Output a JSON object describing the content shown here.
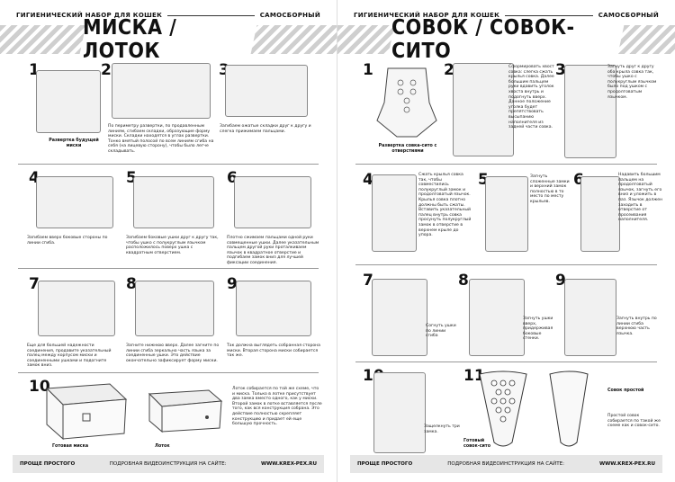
{
  "left": {
    "header_left": "ГИГИЕНИЧЕСКИЙ НАБОР ДЛЯ КОШЕК",
    "header_right": "САМОСБОРНЫЙ",
    "title": "МИСКА / ЛОТОК",
    "steps": [
      {
        "n": "1",
        "caption": "Развертка будущей миски",
        "text": ""
      },
      {
        "n": "2",
        "caption": "",
        "text": "По периметру развертки, по продавленным линиям, сгибаем складки, образующие форму миски. Складки находятся в углах развертки. Тонко вмятый полосой по всем линиям сгиба на себя (на лицевую сторону), чтобы было легче складывать."
      },
      {
        "n": "3",
        "caption": "",
        "text": "Загибаем ожатые складки друг к другу и слегка прижимаем пальцами."
      },
      {
        "n": "4",
        "caption": "",
        "text": "Загибаем вверх боковые стороны по линии сгиба."
      },
      {
        "n": "5",
        "caption": "",
        "text": "Загибаем боковые ушки друг к другу так, чтобы ушко с полукруглым язычком расположилось поверх ушка с квадратным отверстием."
      },
      {
        "n": "6",
        "caption": "",
        "text": "Плотно сжимаем пальцами одной руки совмещенные ушки. Далее указательным пальцем другой руки проталкиваем язычок в квадратное отверстие и подгибаем замок вниз для лучшей фиксации соединения."
      },
      {
        "n": "7",
        "caption": "",
        "text": "Еще для большей надежности соединения, продавите указательный палец между корпусом миски и соединенными ушками и подогните замок вниз."
      },
      {
        "n": "8",
        "caption": "",
        "text": "Загните нижнюю вверх. Далее загните по линии сгиба зеркально часть языка за соединенные ушки. Это действие окончательно зафиксирует форму миски."
      },
      {
        "n": "9",
        "caption": "",
        "text": "Так должна выглядеть собранная сторона миски. Вторая сторона миски собирается так же."
      },
      {
        "n": "10",
        "caption": "Готовая миска",
        "text": "Лоток собирается по той же схеме, что и миска. Только в лотке присутствует два замка вместо одного, как у миски. Второй замок в лотке вставляется после того, как вся конструкция собрана. Это действие полностью скрепляет конструкцию и придает ей еще большую прочность."
      }
    ],
    "label_lotok": "Лоток",
    "footer_left": "ПРОЩЕ ПРОСТОГО",
    "footer_mid": "ПОДРОБНАЯ ВИДЕОИНСТРУКЦИЯ НА САЙТЕ:",
    "footer_right": "WWW.KREX-PEX.RU"
  },
  "right": {
    "header_left": "ГИГИЕНИЧЕСКИЙ НАБОР ДЛЯ КОШЕК",
    "header_right": "САМОСБОРНЫЙ",
    "title": "СОВОК / СОВОК-СИТО",
    "steps": [
      {
        "n": "1",
        "caption": "Развертка совка-сито с отверстиями",
        "text": ""
      },
      {
        "n": "2",
        "caption": "",
        "text": "Сформировать хвост совка: слегка сжать крылья совка. Далее большим пальцем руки вдавить уголок хвоста внутрь и подогнуть вверх. Данное положение уголка будет препятствовать высыпанию наполнителя из задней части совка."
      },
      {
        "n": "3",
        "caption": "",
        "text": "Загнуть друг к другу оба крыла совка так, чтобы ушко с полукруглым язычком было под ушком с продолговатым язычком."
      },
      {
        "n": "4",
        "caption": "",
        "text": "Сжать крылья совка так, чтобы совместились полукруглый замок и продолговатый язычок. Крылья совка плотно должны быть сжаты. Вставить указательный палец внутрь совка просунуть полукруглый замок в отверстие в верхнем крыле до упора."
      },
      {
        "n": "5",
        "caption": "",
        "text": "Загнуть сложенные замки и верхний замок полностью в то место по месту крыльев."
      },
      {
        "n": "6",
        "caption": "",
        "text": "Надавить большим пальцем на продолговатый язычок, загнуть его вниз и уложить в паз. Язычок должен заходить в отверстие от просеивания наполнителя."
      },
      {
        "n": "7",
        "caption": "",
        "text": "Согнуть ушки по линии сгиба"
      },
      {
        "n": "8",
        "caption": "",
        "text": "Загнуть ушки вверх, придерживая боковые стенки."
      },
      {
        "n": "9",
        "caption": "",
        "text": "Загнуть внутрь по линии сгиба верхнюю часть язычка."
      },
      {
        "n": "10",
        "caption": "",
        "text": "Защелкнуть три замка."
      },
      {
        "n": "11",
        "caption": "Готовый совок-сито",
        "text": "Простой совок собирается по такой же схеме как и совок-сито."
      }
    ],
    "label_simple": "Совок простой",
    "footer_left": "ПРОЩЕ ПРОСТОГО",
    "footer_mid": "ПОДРОБНАЯ ВИДЕОИНСТРУКЦИЯ НА САЙТЕ:",
    "footer_right": "WWW.KREX-PEX.RU"
  }
}
